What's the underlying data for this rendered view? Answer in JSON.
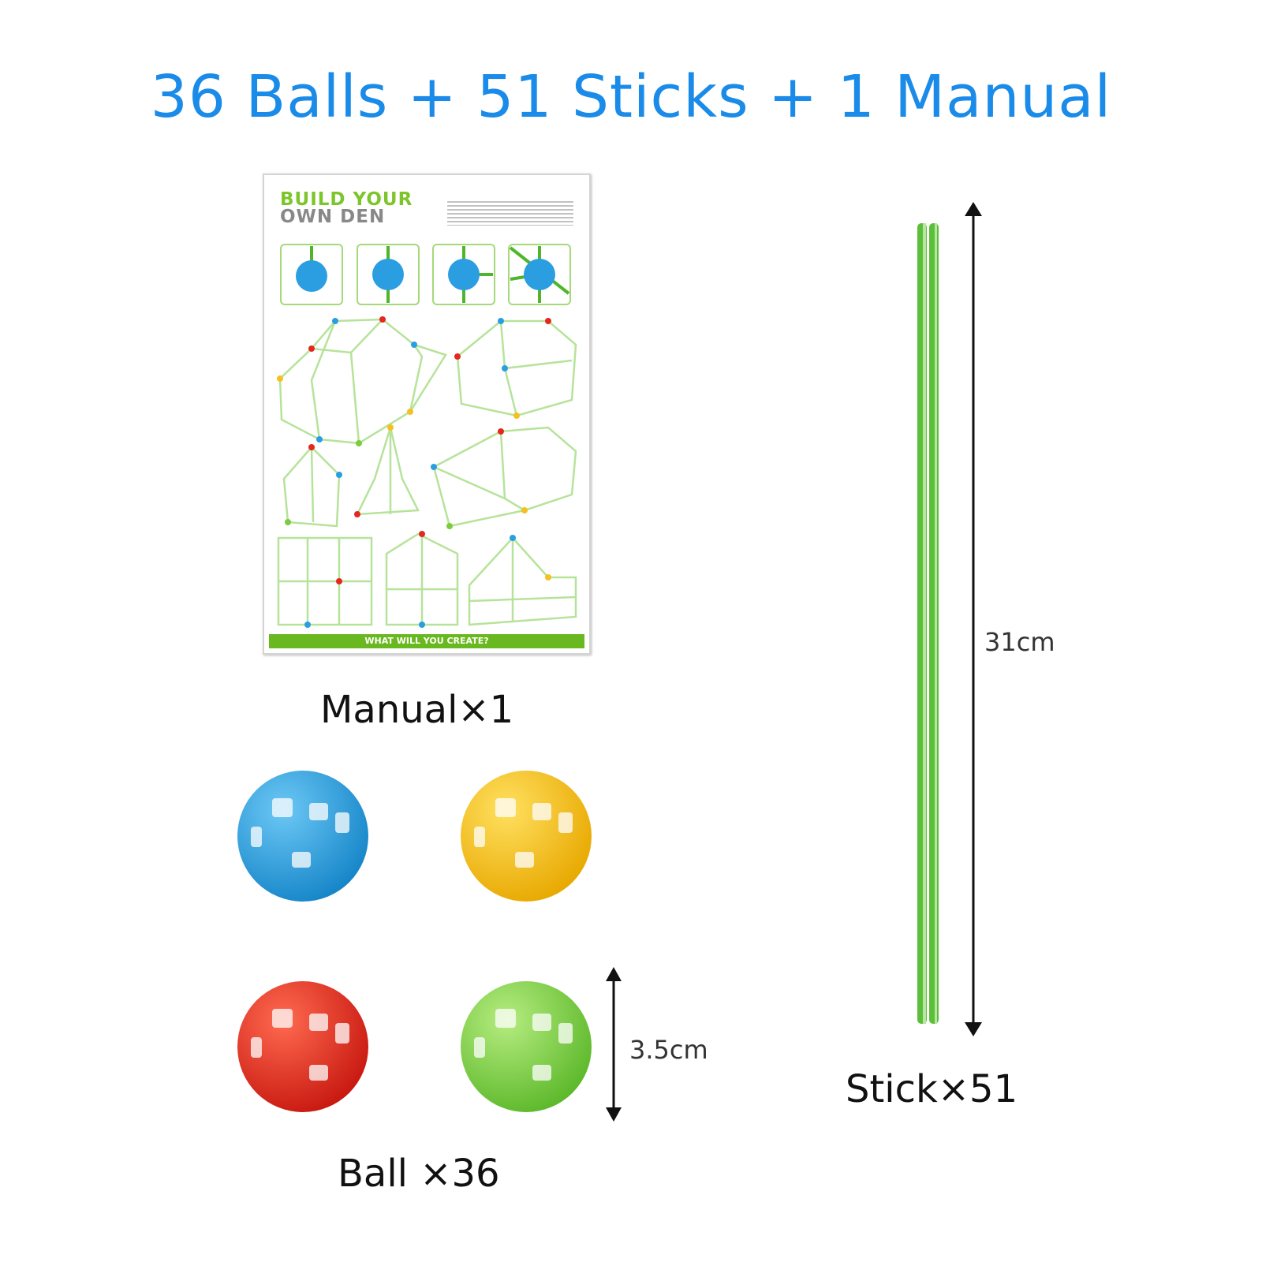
{
  "title": "36 Balls + 51 Sticks + 1 Manual",
  "manual": {
    "heading_line1": "BUILD YOUR",
    "heading_line2": "OWN DEN",
    "footer": "WHAT WILL YOU CREATE?",
    "label": "Manual×1"
  },
  "balls": {
    "label": "Ball ×36",
    "size": "3.5cm",
    "colors": [
      "#2a9ee0",
      "#f5c020",
      "#e3281e",
      "#7ccc3c"
    ]
  },
  "stick": {
    "label": "Stick×51",
    "length": "31cm",
    "color": "#5cbf3a"
  }
}
